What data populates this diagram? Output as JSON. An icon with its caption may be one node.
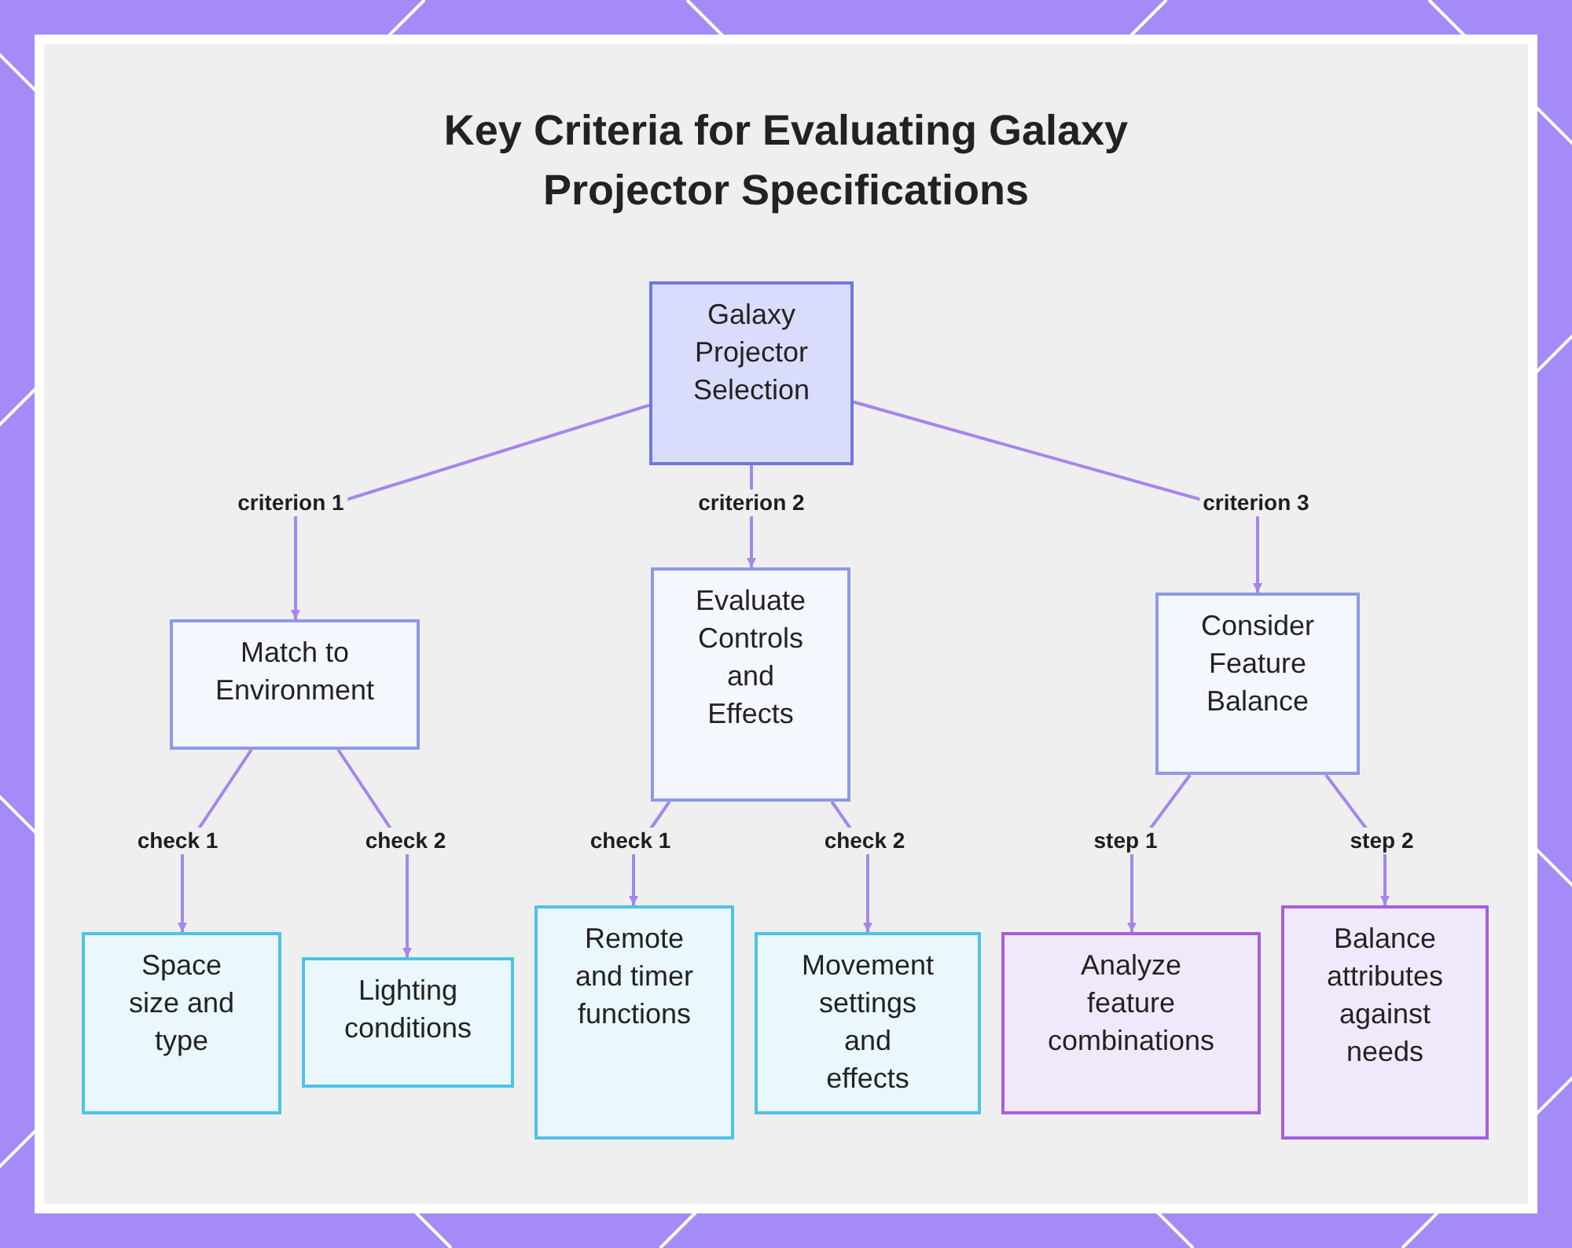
{
  "diagram": {
    "title": "Key Criteria for Evaluating Galaxy Projector Specifications",
    "nodes": [
      {
        "text": [
          "Galaxy Projector Selection"
        ]
      },
      {
        "text": [
          "Match to Environment"
        ]
      },
      {
        "text": [
          "Evaluate Controls and Effects"
        ]
      },
      {
        "text": [
          "Consider Feature Balance"
        ]
      },
      {
        "text": [
          "Space size and type"
        ]
      },
      {
        "text": [
          "Lighting conditions"
        ]
      },
      {
        "text": [
          "Remote and timer functions"
        ]
      },
      {
        "text": [
          "Movement settings and effects"
        ]
      },
      {
        "text": [
          "Analyze feature combinations"
        ]
      },
      {
        "text": [
          "Balance attributes against needs"
        ]
      }
    ],
    "edges": [
      {
        "from": 0,
        "to": 1,
        "arrow": "to",
        "label": "criterion 1"
      },
      {
        "from": 0,
        "to": 2,
        "arrow": "to",
        "label": "criterion 2"
      },
      {
        "from": 0,
        "to": 3,
        "arrow": "to",
        "label": "criterion 3"
      },
      {
        "from": 1,
        "to": 4,
        "arrow": "to",
        "label": "check 1"
      },
      {
        "from": 1,
        "to": 5,
        "arrow": "to",
        "label": "check 2"
      },
      {
        "from": 2,
        "to": 6,
        "arrow": "to",
        "label": "check 1"
      },
      {
        "from": 2,
        "to": 7,
        "arrow": "to",
        "label": "check 2"
      },
      {
        "from": 3,
        "to": 8,
        "arrow": "to",
        "label": "step 1"
      },
      {
        "from": 3,
        "to": 9,
        "arrow": "to",
        "label": "step 2"
      }
    ]
  }
}
